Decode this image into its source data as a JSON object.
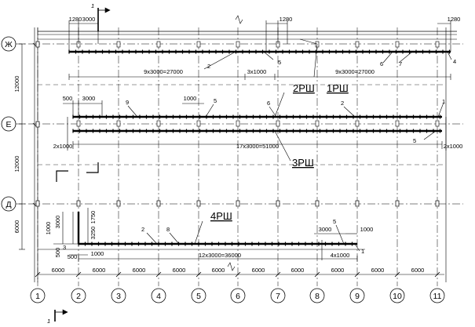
{
  "section_mark": "1",
  "row_axes": [
    {
      "label": "Ж"
    },
    {
      "label": "Е"
    },
    {
      "label": "Д"
    }
  ],
  "column_axes": [
    "1",
    "2",
    "3",
    "4",
    "5",
    "6",
    "7",
    "8",
    "9",
    "10",
    "11"
  ],
  "bottom_span_labels": [
    "6000",
    "6000",
    "6000",
    "6000",
    "6000",
    "6000",
    "6000",
    "6000",
    "6000",
    "6000"
  ],
  "vertical_dims": {
    "zh_e": "12000",
    "e_d": "12000",
    "d_bottom": "6000",
    "rsh4_a": "1000",
    "rsh4_b": "3000",
    "rsh4_c": "1750",
    "rsh4_d": "3250",
    "rsh4_e": "500"
  },
  "rail_marks": {
    "rsh1": "1РШ",
    "rsh2": "2РШ",
    "rsh3": "3РШ",
    "rsh4": "4РШ"
  },
  "dims": {
    "top_1280_left": "1280",
    "top_3000": "3000",
    "top_1280_mid": "1280",
    "top_1280_right": "1280",
    "zh_left_span": "9x3000=27000",
    "zh_mid": "3x1000",
    "zh_right_span": "9x3000=27000",
    "e_500": "500",
    "e_3000": "3000",
    "e_1000": "1000",
    "e_span": "17x3000=51000",
    "e_left_2x1000": "2x1000",
    "e_right_2x1000": "2x1000",
    "d_3000": "3000",
    "d_1000": "1000",
    "d_span": "12x3000=36000",
    "d_4x1000": "4x1000",
    "d_500": "500",
    "d_1000_small": "1000"
  },
  "callouts": {
    "zh_2": "2",
    "zh_5": "5",
    "zh_6": "6",
    "zh_7": "7",
    "zh_4": "4",
    "e_9": "9",
    "e_5": "5",
    "e_6": "6",
    "e_2": "2",
    "e_1": "1",
    "e_5b": "5",
    "d_2": "2",
    "d_8": "8",
    "d_3": "3",
    "d_5": "5",
    "d_1": "1"
  }
}
